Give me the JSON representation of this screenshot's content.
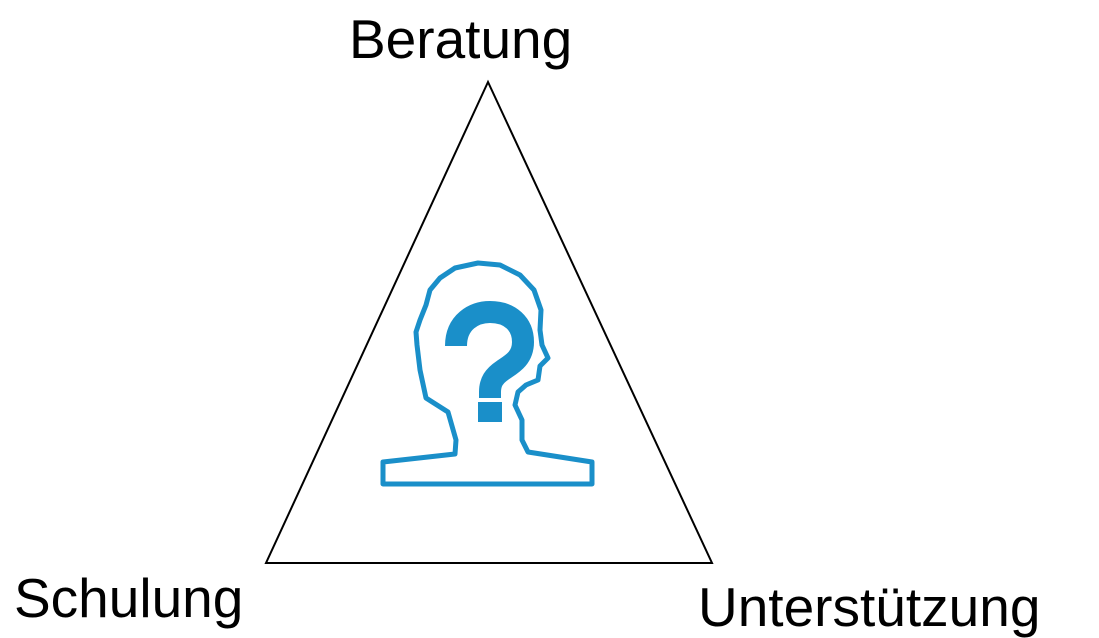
{
  "diagram": {
    "vertices": {
      "top": "Beratung",
      "bottom_left": "Schulung",
      "bottom_right": "Unterstützung"
    },
    "center_icon": "person-question-icon",
    "colors": {
      "line": "#000000",
      "icon": "#1a8fc9",
      "background": "#ffffff"
    }
  }
}
